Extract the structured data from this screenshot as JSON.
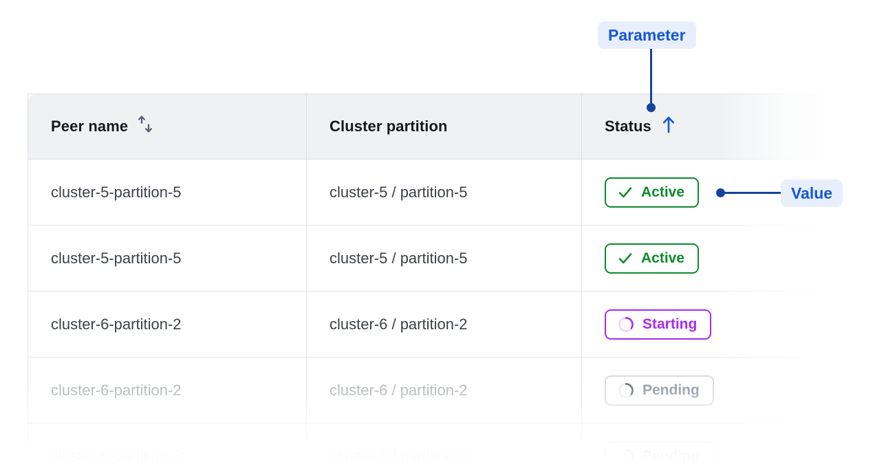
{
  "table": {
    "columns": [
      {
        "label": "Peer name",
        "sort_icon": "sort-both-icon",
        "sorted": false
      },
      {
        "label": "Cluster partition",
        "sort_icon": null,
        "sorted": false
      },
      {
        "label": "Status",
        "sort_icon": "arrow-up-icon",
        "sorted": true
      }
    ],
    "rows": [
      {
        "peer_name": "cluster-5-partition-5",
        "cluster_partition": "cluster-5 / partition-5",
        "status": "Active",
        "status_kind": "active",
        "status_icon": "check-icon",
        "muted": false
      },
      {
        "peer_name": "cluster-5-partition-5",
        "cluster_partition": "cluster-5 / partition-5",
        "status": "Active",
        "status_kind": "active",
        "status_icon": "check-icon",
        "muted": false
      },
      {
        "peer_name": "cluster-6-partition-2",
        "cluster_partition": "cluster-6 / partition-2",
        "status": "Starting",
        "status_kind": "starting",
        "status_icon": "spinner-icon",
        "muted": false
      },
      {
        "peer_name": "cluster-6-partition-2",
        "cluster_partition": "cluster-6 / partition-2",
        "status": "Pending",
        "status_kind": "pending",
        "status_icon": "spinner-icon",
        "muted": true
      },
      {
        "peer_name": "cluster-6-partition-3",
        "cluster_partition": "cluster-6 / partition-3",
        "status": "Pending",
        "status_kind": "pending",
        "status_icon": "spinner-icon",
        "muted": true
      }
    ]
  },
  "annotations": {
    "parameter": {
      "label": "Parameter",
      "target": "status-column-header"
    },
    "value": {
      "label": "Value",
      "target": "status-badge-row-1"
    }
  },
  "colors": {
    "annotation_text": "#1457d6",
    "annotation_bg": "#e8effc",
    "annotation_line": "#14429e",
    "status_active": "#0e8a2b",
    "status_starting": "#aa2aee",
    "status_pending": "#9aa0a8",
    "header_bg": "#eff1f3",
    "body_text": "#3c4149",
    "muted_text": "#b5b9bf",
    "border": "#e3e6e9"
  }
}
